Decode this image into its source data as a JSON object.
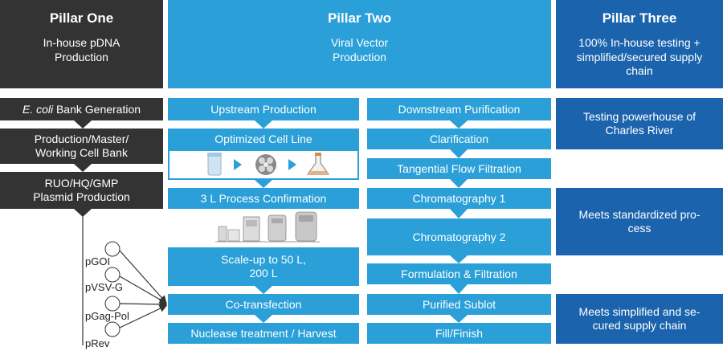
{
  "pillars": {
    "one": {
      "title": "Pillar One",
      "subtitle": "In-house pDNA Production"
    },
    "two": {
      "title": "Pillar Two",
      "subtitle": "Viral Vector Production"
    },
    "three": {
      "title": "Pillar Three",
      "subtitle": "100% In-house testing + simplified/secured supply chain"
    }
  },
  "pillar_one_steps": {
    "ecoli_italic": "E. coli",
    "ecoli_rest": " Bank Generation",
    "cell_bank": "Production/Master/ Working Cell Bank",
    "plasmid": "RUO/HQ/GMP Plasmid Production"
  },
  "plasmids": [
    "pGOI",
    "pVSV-G",
    "pGag-Pol",
    "pRev"
  ],
  "upstream": {
    "header": "Upstream Production",
    "cell_line": "Optimized Cell Line",
    "process_confirmation": "3 L Process Confirmation",
    "scale_up": "Scale-up to 50 L, 200 L",
    "co_transfection": "Co-transfection",
    "nuclease": "Nuclease treatment / Harvest"
  },
  "downstream": {
    "header": "Downstream Purification",
    "clarification": "Clarification",
    "tff": "Tangential Flow Filtration",
    "chrom1": "Chromatography 1",
    "chrom2": "Chromatography 2",
    "formulation": "Formulation & Filtration",
    "sublot": "Purified Sublot",
    "fill": "Fill/Finish"
  },
  "pillar_three_notes": {
    "testing": "Testing powerhouse of Charles River",
    "standardized": "Meets standardized pro- cess",
    "supply": "Meets simplified and se- cured supply chain"
  },
  "colors": {
    "dark": "#333333",
    "light_blue": "#2a9fd8",
    "navy": "#1b64ad",
    "arrow_dark": "#333333"
  },
  "icons": [
    "vial-icon",
    "microcarrier-bead-icon",
    "flask-icon",
    "bioreactor-group-icon"
  ]
}
